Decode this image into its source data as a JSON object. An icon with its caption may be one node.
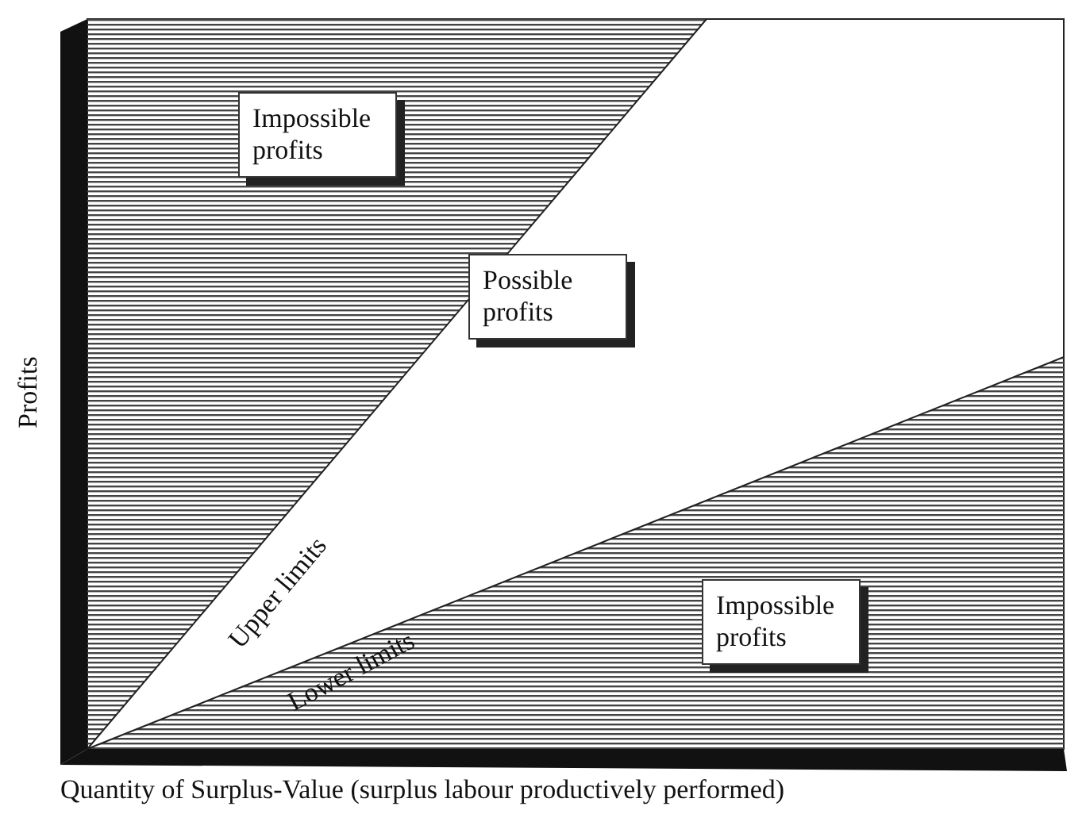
{
  "diagram": {
    "nodes": [
      {
        "text": [
          "Impossible profits"
        ]
      },
      {
        "text": [
          "Possible profits"
        ]
      },
      {
        "text": [
          "Impossible profits"
        ]
      }
    ],
    "labels": [
      "Upper limits",
      "Lower limits",
      "Profits",
      "Quantity of Surplus-Value (surplus labour productively performed)"
    ]
  }
}
